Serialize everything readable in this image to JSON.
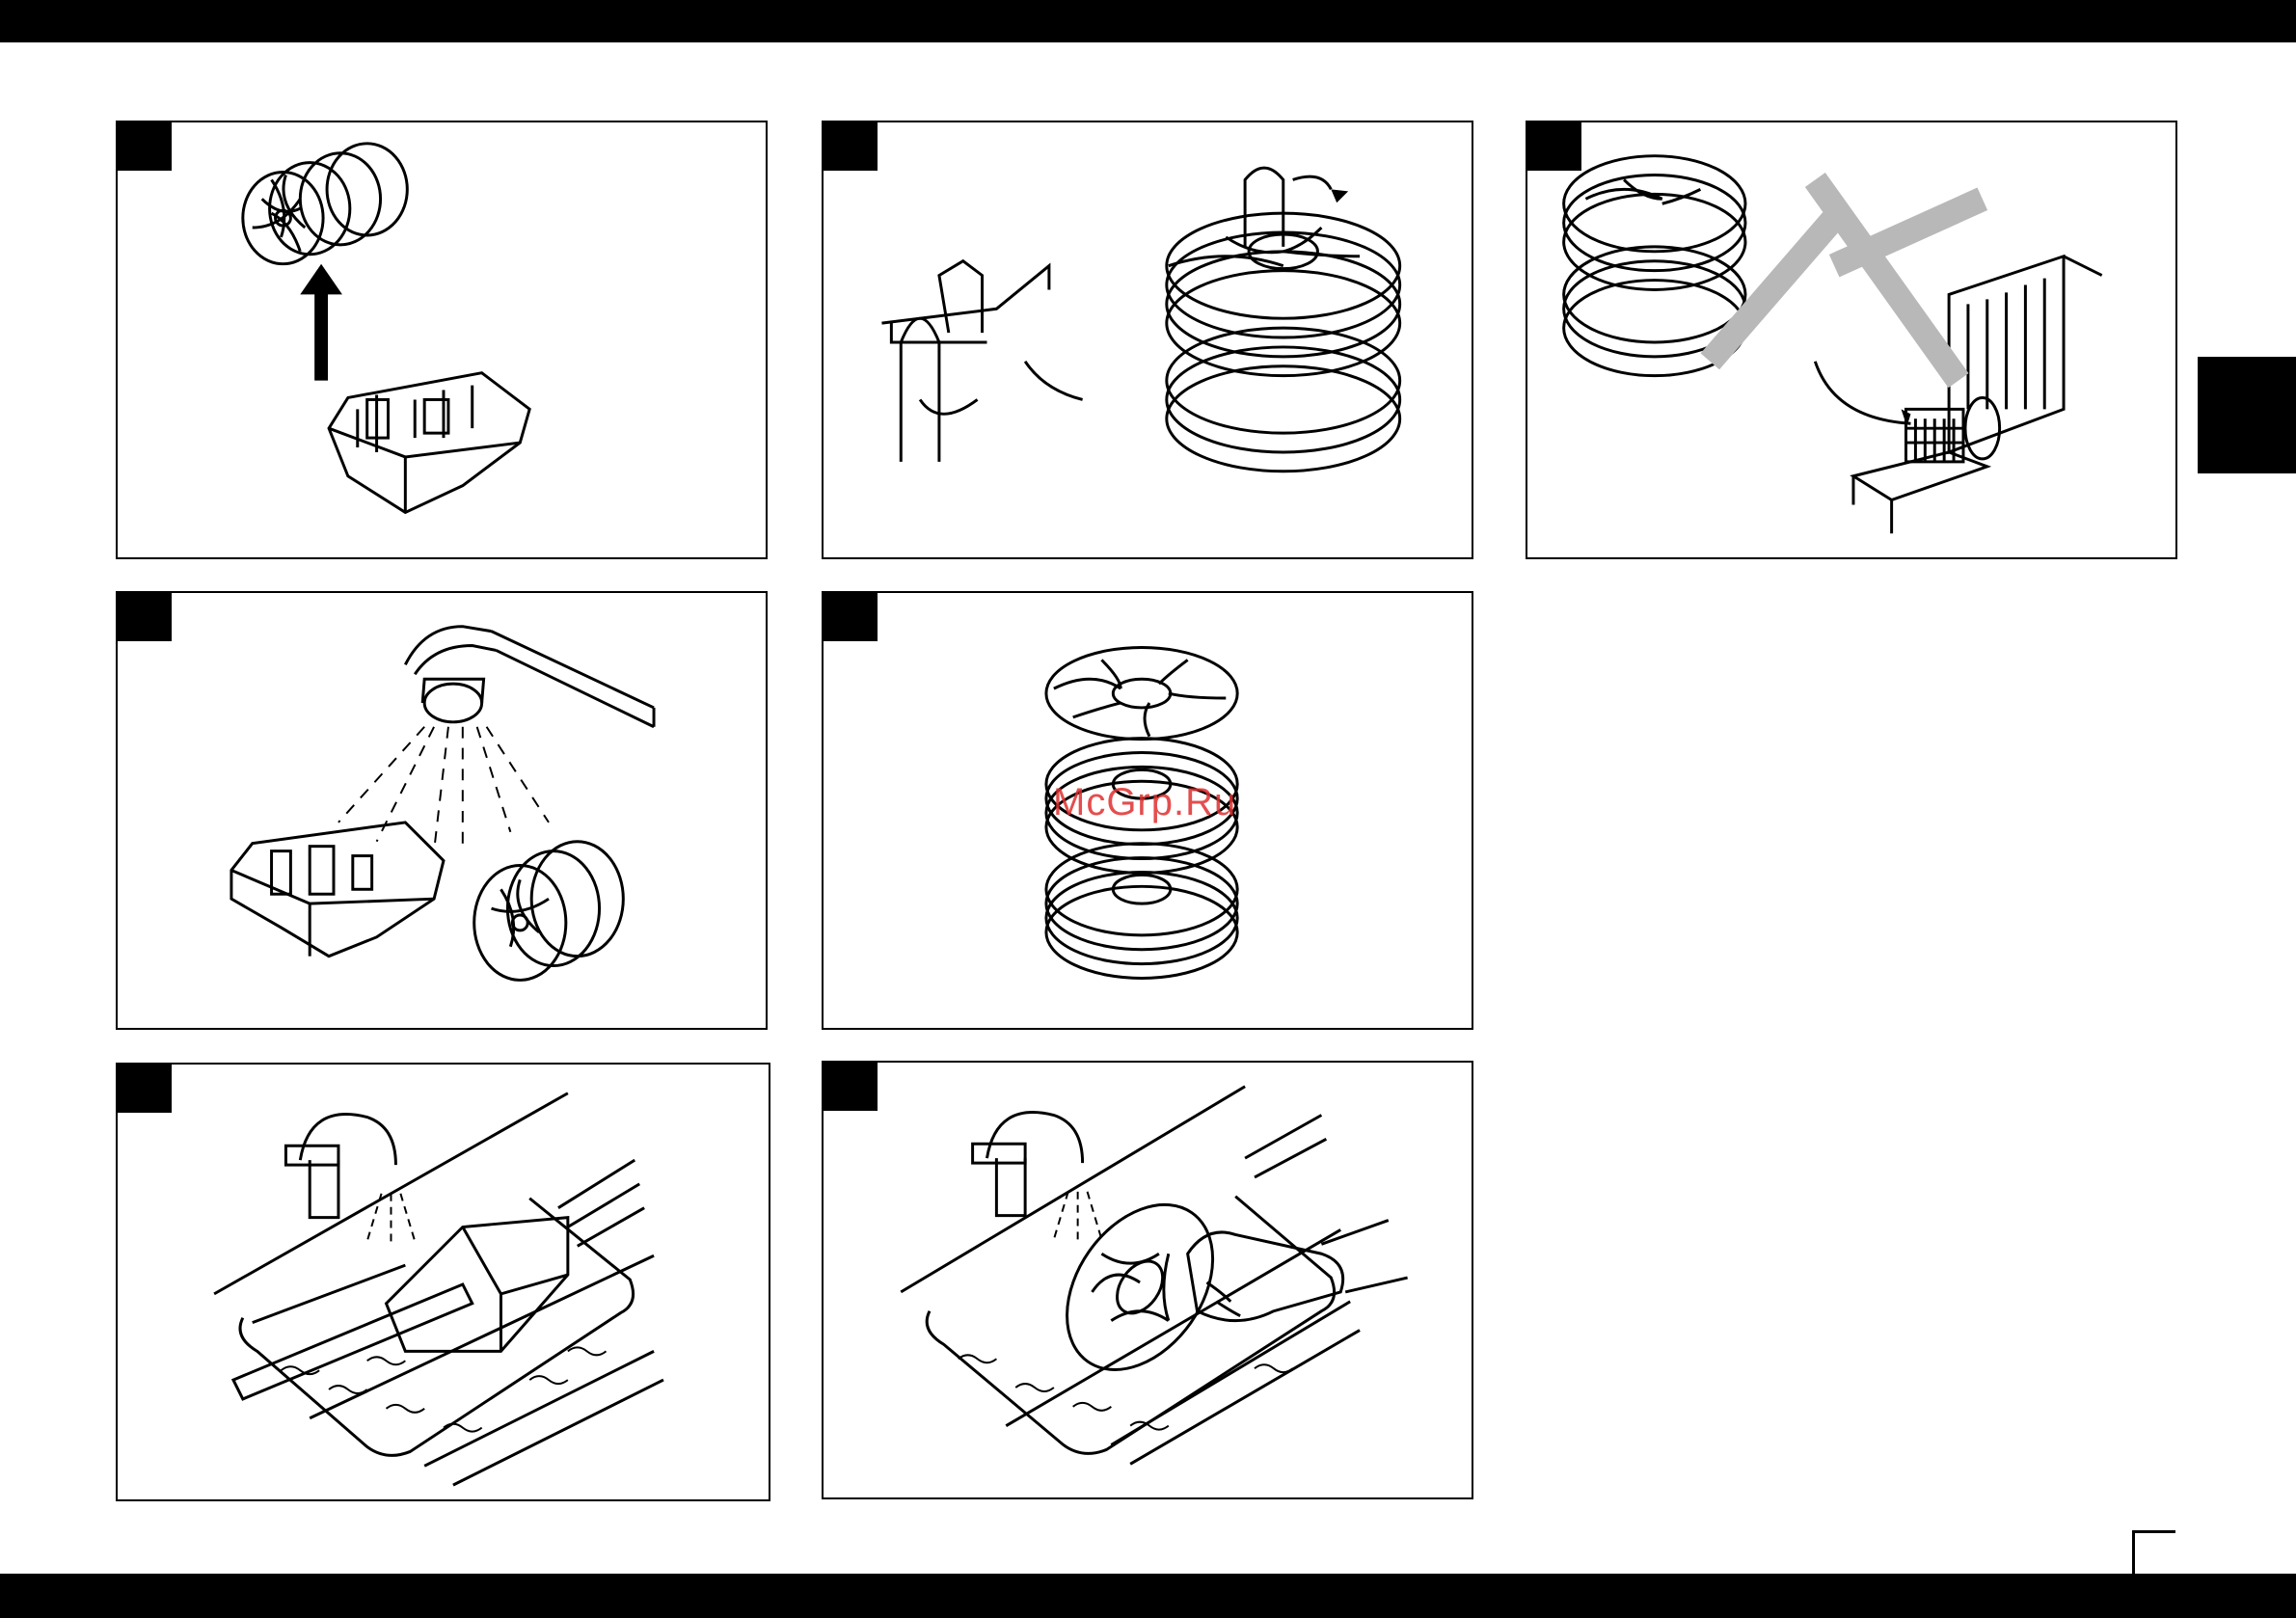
{
  "watermark": "McGrp.Ru",
  "panels": [
    {
      "id": "panel-1",
      "scene": "lift-filter-drums-from-tray"
    },
    {
      "id": "panel-2",
      "scene": "unscrew-filter-stack"
    },
    {
      "id": "panel-3",
      "scene": "no-dishwasher"
    },
    {
      "id": "panel-4",
      "scene": "rinse-with-shower"
    },
    {
      "id": "panel-5",
      "scene": "separate-filter-discs"
    },
    {
      "id": "panel-6",
      "scene": "brush-tray-in-sink"
    },
    {
      "id": "panel-7",
      "scene": "wash-disc-in-sink"
    }
  ],
  "colors": {
    "ink": "#000000",
    "paper": "#ffffff",
    "cross_gray": "#b8b8b8",
    "watermark": "#e03030"
  }
}
